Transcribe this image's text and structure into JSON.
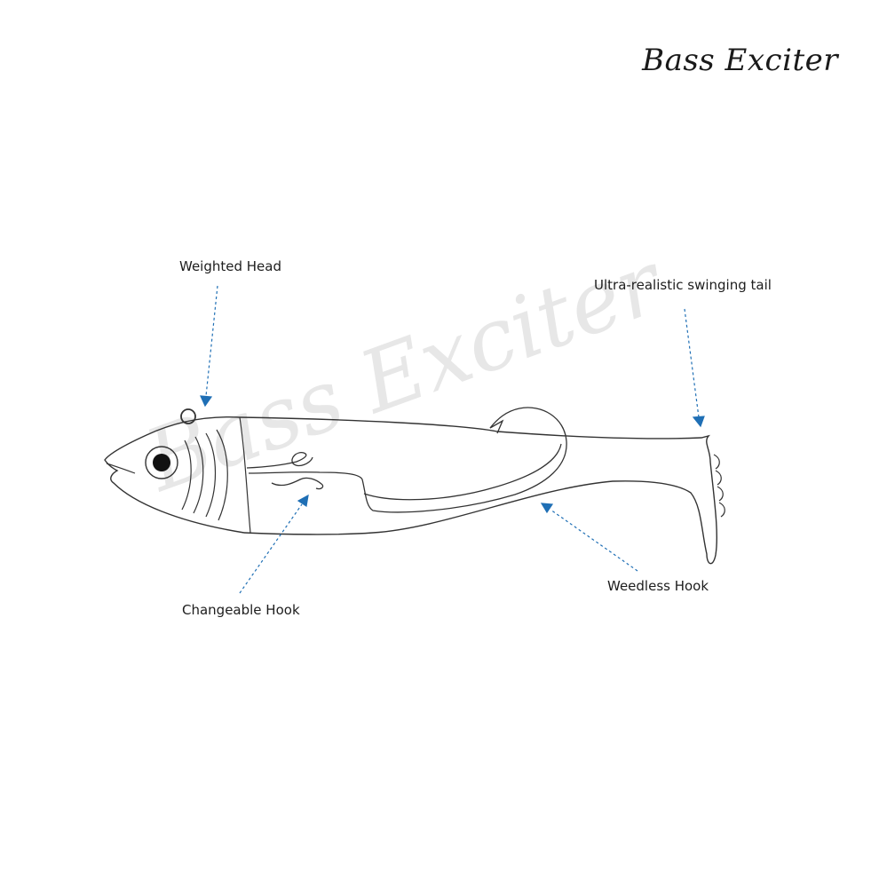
{
  "brand": {
    "logo_text": "Bass Exciter",
    "watermark_text": "Bass Exciter"
  },
  "callouts": {
    "weighted_head": "Weighted Head",
    "swinging_tail": "Ultra-realistic swinging tail",
    "weedless_hook": "Weedless Hook",
    "changeable_hook": "Changeable Hook"
  },
  "colors": {
    "line": "#333333",
    "arrow": "#1f6fb5",
    "watermark": "#e7e7e7"
  }
}
